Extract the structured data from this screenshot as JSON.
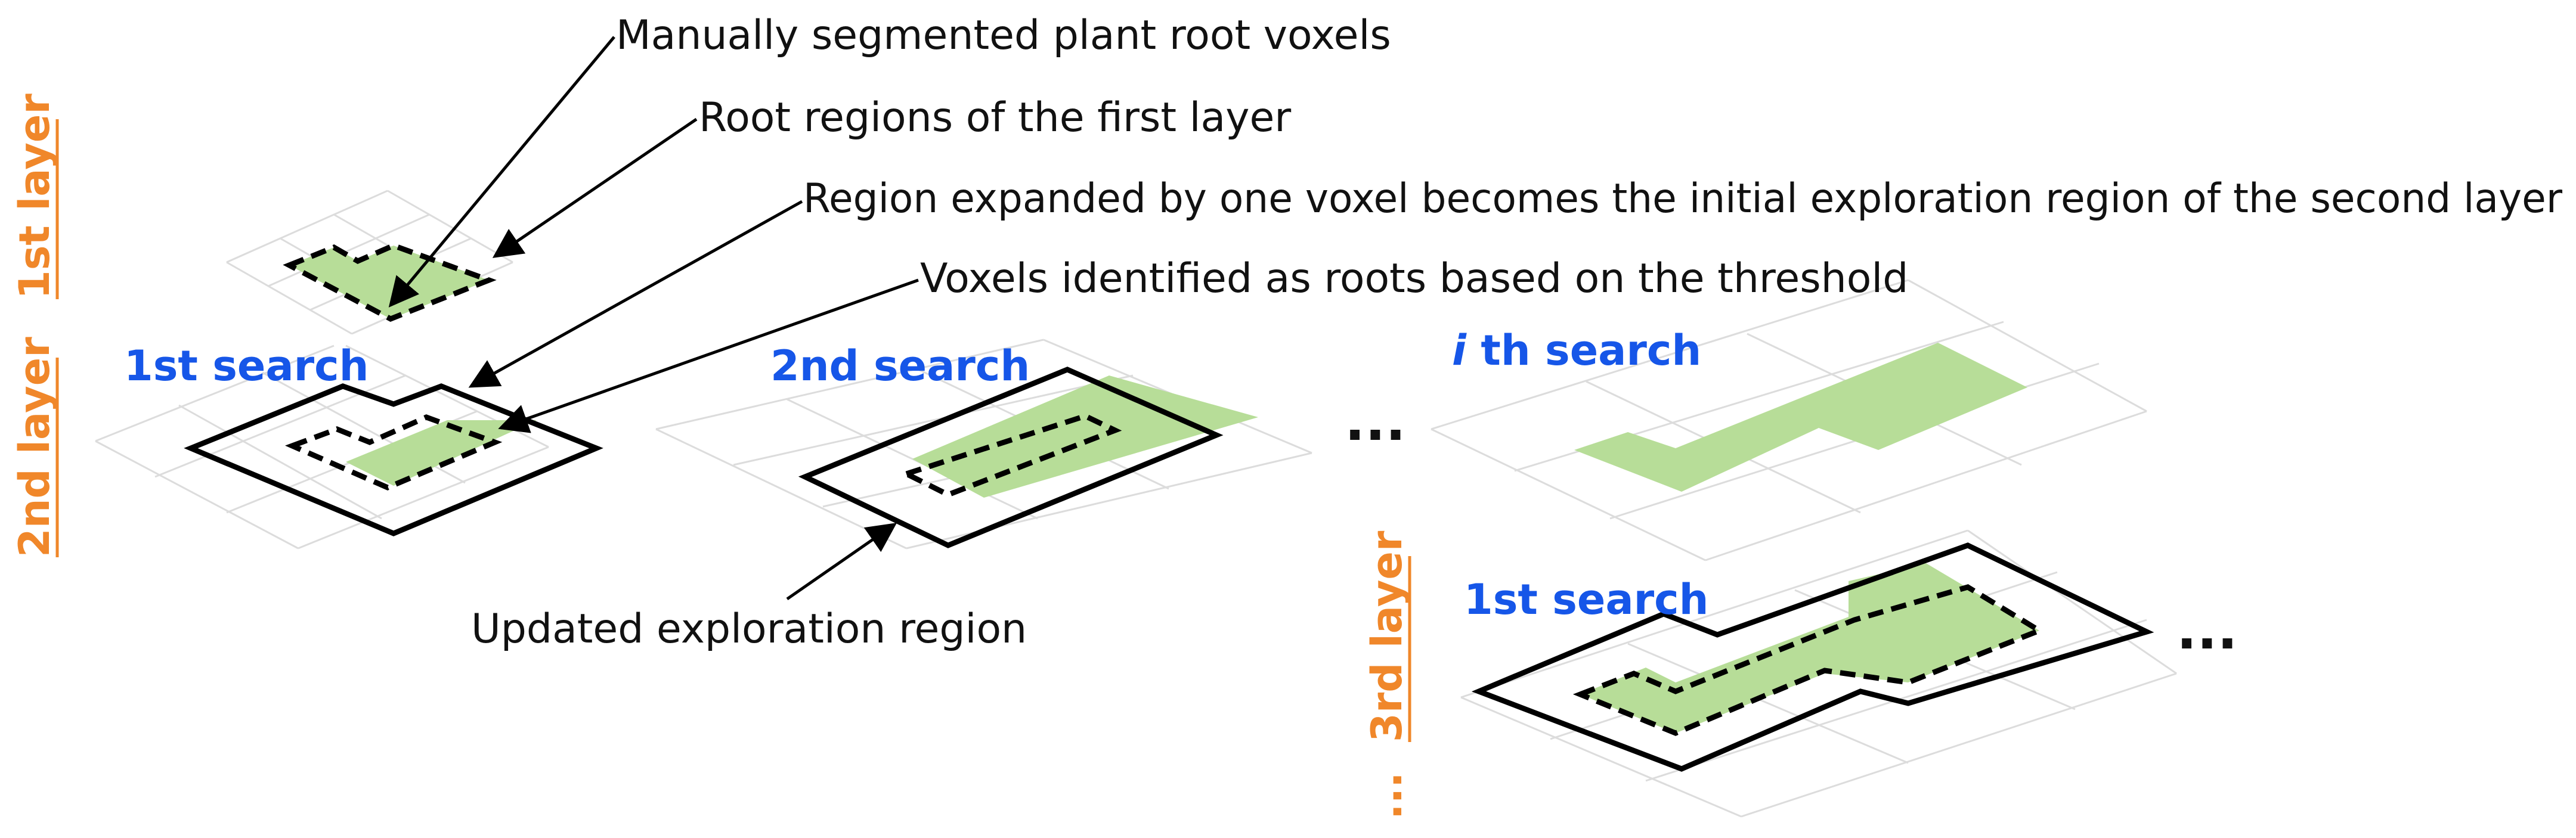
{
  "annotations": {
    "manual": "Manually segmented plant root voxels",
    "root_regions": "Root regions of the first layer",
    "expanded": "Region expanded by one voxel becomes the initial exploration region of the second layer",
    "threshold": "Voxels identified as roots based on the threshold",
    "updated": "Updated exploration region"
  },
  "layers": {
    "first": "1st layer",
    "second": "2nd layer",
    "third": "3rd layer",
    "more": "..."
  },
  "searches": {
    "first": "1st search",
    "second": "2nd search",
    "ith_italic": "i",
    "ith_rest": " th search",
    "third_first": "1st search"
  },
  "ellipsis": "...",
  "colors": {
    "root_fill": "#b7dd98",
    "search_label": "#1656e8",
    "layer_label": "#f0872a",
    "outline": "#000000",
    "grid": "#dcdcdc"
  }
}
